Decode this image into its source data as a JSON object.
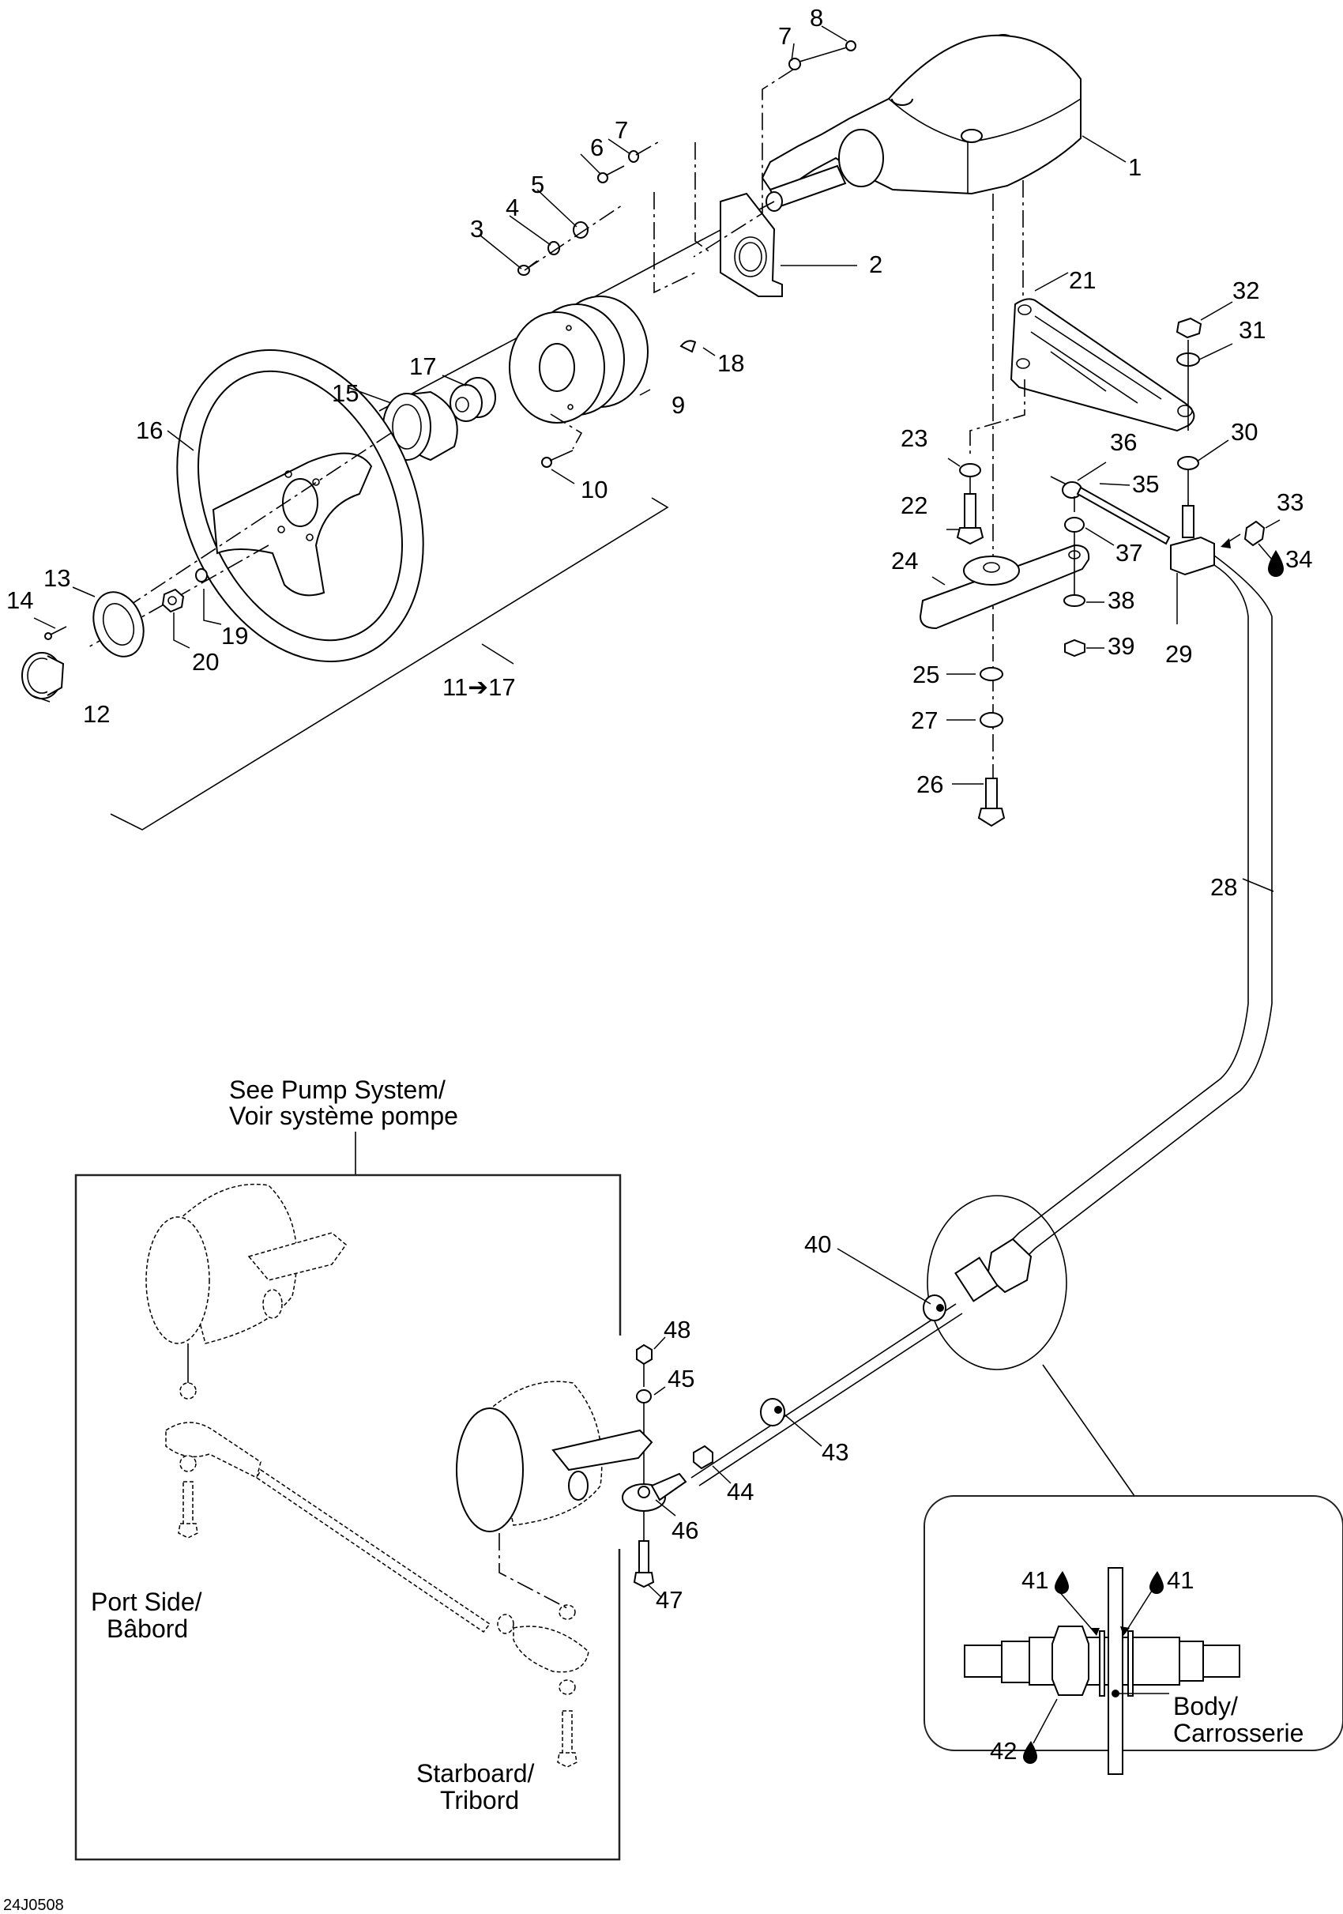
{
  "diagram": {
    "title_code": "24J0508",
    "callouts": [
      {
        "id": "1",
        "text": "1"
      },
      {
        "id": "2",
        "text": "2"
      },
      {
        "id": "3",
        "text": "3"
      },
      {
        "id": "4",
        "text": "4"
      },
      {
        "id": "5",
        "text": "5"
      },
      {
        "id": "6",
        "text": "6"
      },
      {
        "id": "7a",
        "text": "7"
      },
      {
        "id": "7b",
        "text": "7"
      },
      {
        "id": "8",
        "text": "8"
      },
      {
        "id": "9",
        "text": "9"
      },
      {
        "id": "10",
        "text": "10"
      },
      {
        "id": "11-17",
        "text": "11➔17"
      },
      {
        "id": "12",
        "text": "12"
      },
      {
        "id": "13",
        "text": "13"
      },
      {
        "id": "14",
        "text": "14"
      },
      {
        "id": "15",
        "text": "15"
      },
      {
        "id": "16",
        "text": "16"
      },
      {
        "id": "17",
        "text": "17"
      },
      {
        "id": "18",
        "text": "18"
      },
      {
        "id": "19",
        "text": "19"
      },
      {
        "id": "20",
        "text": "20"
      },
      {
        "id": "21",
        "text": "21"
      },
      {
        "id": "22",
        "text": "22"
      },
      {
        "id": "23",
        "text": "23"
      },
      {
        "id": "24",
        "text": "24"
      },
      {
        "id": "25",
        "text": "25"
      },
      {
        "id": "26",
        "text": "26"
      },
      {
        "id": "27",
        "text": "27"
      },
      {
        "id": "28",
        "text": "28"
      },
      {
        "id": "29",
        "text": "29"
      },
      {
        "id": "30",
        "text": "30"
      },
      {
        "id": "31",
        "text": "31"
      },
      {
        "id": "32",
        "text": "32"
      },
      {
        "id": "33",
        "text": "33"
      },
      {
        "id": "34",
        "text": "34",
        "icon": "oil-drop-icon"
      },
      {
        "id": "35",
        "text": "35"
      },
      {
        "id": "36",
        "text": "36"
      },
      {
        "id": "37",
        "text": "37"
      },
      {
        "id": "38",
        "text": "38"
      },
      {
        "id": "39",
        "text": "39"
      },
      {
        "id": "40",
        "text": "40"
      },
      {
        "id": "41a",
        "text": "41",
        "icon": "oil-drop-icon"
      },
      {
        "id": "41b",
        "text": "41",
        "icon": "oil-drop-icon"
      },
      {
        "id": "42",
        "text": "42",
        "icon": "oil-drop-icon"
      },
      {
        "id": "43",
        "text": "43"
      },
      {
        "id": "44",
        "text": "44"
      },
      {
        "id": "45",
        "text": "45"
      },
      {
        "id": "46",
        "text": "46"
      },
      {
        "id": "47",
        "text": "47"
      },
      {
        "id": "48",
        "text": "48"
      }
    ],
    "pump_reference": {
      "line1": "See Pump System/",
      "line2": "Voir système pompe"
    },
    "port_side": {
      "line1": "Port Side/",
      "line2": "Bâbord"
    },
    "starboard": {
      "line1": "Starboard/",
      "line2": "Tribord"
    },
    "body": {
      "line1": "Body/",
      "line2": "Carrosserie"
    }
  }
}
